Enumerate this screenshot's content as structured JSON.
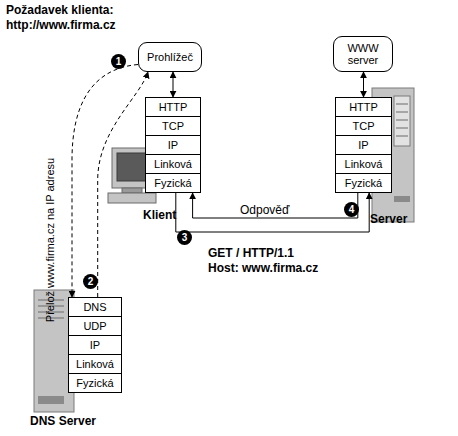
{
  "diagram": {
    "nodes": [
      {
        "text": [
          "Prohlížeč"
        ]
      },
      {
        "text": [
          "WWW server"
        ]
      },
      {
        "text": [
          "HTTP"
        ]
      },
      {
        "text": [
          "TCP"
        ]
      },
      {
        "text": [
          "IP"
        ]
      },
      {
        "text": [
          "Linková"
        ]
      },
      {
        "text": [
          "Fyzická"
        ]
      },
      {
        "text": [
          "HTTP"
        ]
      },
      {
        "text": [
          "TCP"
        ]
      },
      {
        "text": [
          "IP"
        ]
      },
      {
        "text": [
          "Linková"
        ]
      },
      {
        "text": [
          "Fyzická"
        ]
      },
      {
        "text": [
          "DNS"
        ]
      },
      {
        "text": [
          "UDP"
        ]
      },
      {
        "text": [
          "IP"
        ]
      },
      {
        "text": [
          "Linková"
        ]
      },
      {
        "text": [
          "Fyzická"
        ]
      }
    ],
    "edges": [
      {
        "from": 0,
        "to": 2,
        "arrow": "both"
      },
      {
        "from": 1,
        "to": 7,
        "arrow": "both"
      },
      {
        "from": 6,
        "to": 11,
        "arrow": "to"
      },
      {
        "from": 11,
        "to": 6,
        "arrow": "to",
        "label": "Odpověď"
      },
      {
        "from": 0,
        "to": 12,
        "arrow": "to",
        "label": "Přelož www.firma.cz na IP adresu"
      },
      {
        "from": 12,
        "to": 0,
        "arrow": "to"
      }
    ],
    "labels": [
      "Požadavek klienta:",
      "http://www.firma.cz",
      "1",
      "2",
      "3",
      "4",
      "Klient",
      "Server",
      "DNS Server",
      "GET / HTTP/1.1",
      "Host: www.firma.cz"
    ]
  }
}
